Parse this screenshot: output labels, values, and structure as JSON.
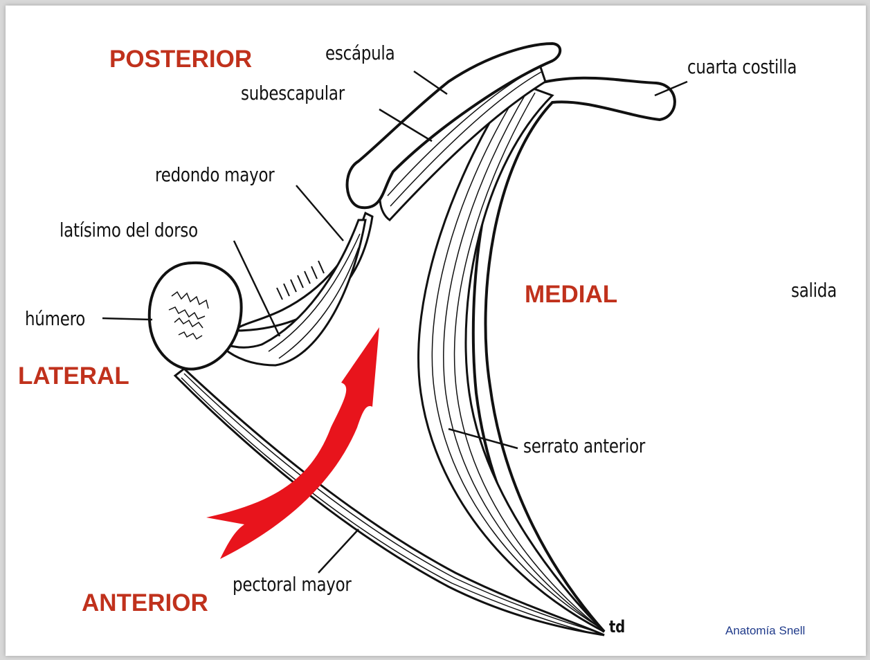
{
  "directions": {
    "posterior": "POSTERIOR",
    "medial": "MEDIAL",
    "lateral": "LATERAL",
    "anterior": "ANTERIOR"
  },
  "labels": {
    "escapula": "escápula",
    "subescapular": "subescapular",
    "cuarta_costilla": "cuarta costilla",
    "redondo_mayor": "redondo mayor",
    "latisimo": "latísimo del dorso",
    "humero": "húmero",
    "salida": "salida",
    "serrato": "serrato anterior",
    "pectoral": "pectoral mayor",
    "td": "td"
  },
  "credit": "Anatomía Snell",
  "colors": {
    "direction_text": "#c0311c",
    "arrow": "#e8141c",
    "credit_text": "#1f3a8a",
    "line": "#111111"
  }
}
